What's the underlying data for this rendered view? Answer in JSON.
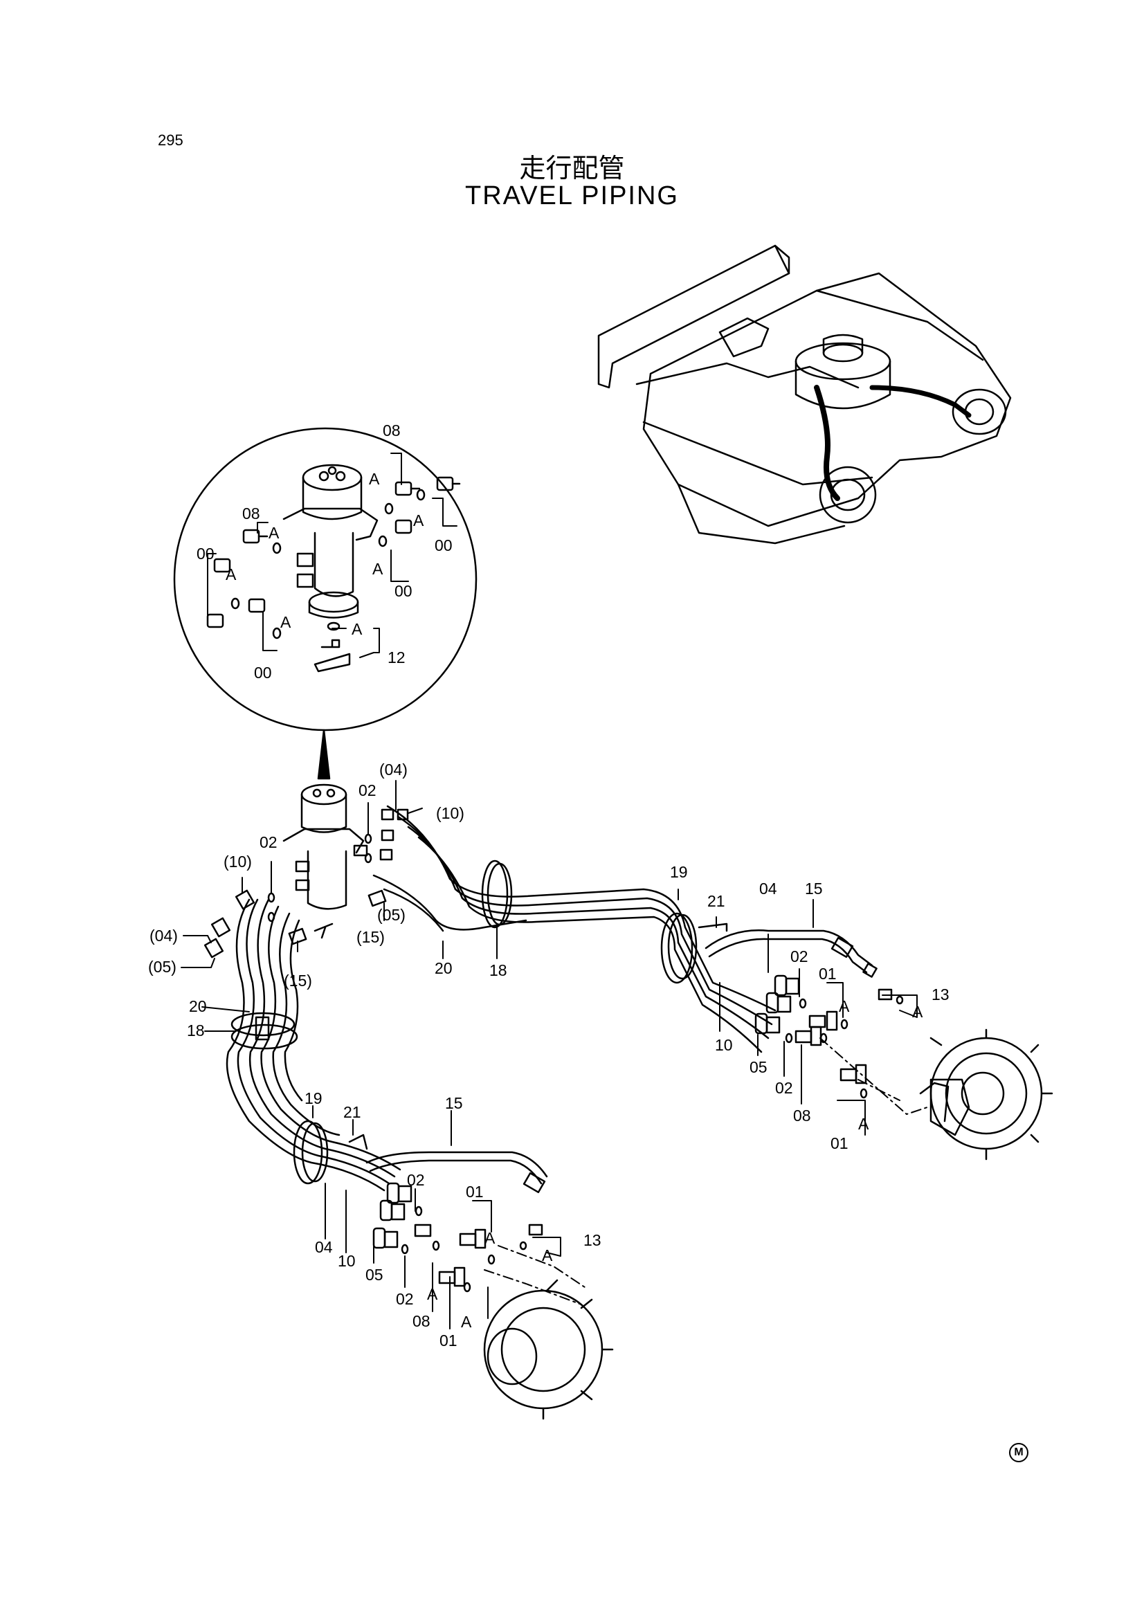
{
  "page_number": "295",
  "title_jp": "走行配管",
  "title_en": "TRAVEL PIPING",
  "manufacturer_mark": "M",
  "callouts": {
    "inset": {
      "c08a": "08",
      "cA1": "A",
      "c08b": "08",
      "cA2": "A",
      "cA3": "A",
      "c00a": "00",
      "cA4": "A",
      "c00b": "00",
      "cA5": "A",
      "c00c": "00",
      "cA6": "A",
      "c00d": "00",
      "cA7": "A",
      "c12": "12"
    },
    "swivel": {
      "c04p": "(04)",
      "c10p": "(10)",
      "c02a": "02",
      "c02b": "02",
      "c10q": "(10)",
      "c04q": "(04)",
      "c05p": "(05)",
      "c05q": "(05)",
      "c15p": "(15)",
      "c15q": "(15)",
      "c20a": "20",
      "c18a": "18",
      "c20b": "20",
      "c18b": "18"
    },
    "right": {
      "r19": "19",
      "r21": "21",
      "r04": "04",
      "r15": "15",
      "r02a": "02",
      "r01a": "01",
      "rA1": "A",
      "r13": "13",
      "rA2": "A",
      "r10": "10",
      "r05": "05",
      "r02b": "02",
      "r08": "08",
      "rA3": "A",
      "r01b": "01"
    },
    "lower": {
      "l19": "19",
      "l21": "21",
      "l15": "15",
      "l02a": "02",
      "l01a": "01",
      "lA1": "A",
      "l13": "13",
      "lA2": "A",
      "l04": "04",
      "l10": "10",
      "l05": "05",
      "l02b": "02",
      "lA3": "A",
      "l08": "08",
      "lA4": "A",
      "l01b": "01"
    }
  }
}
